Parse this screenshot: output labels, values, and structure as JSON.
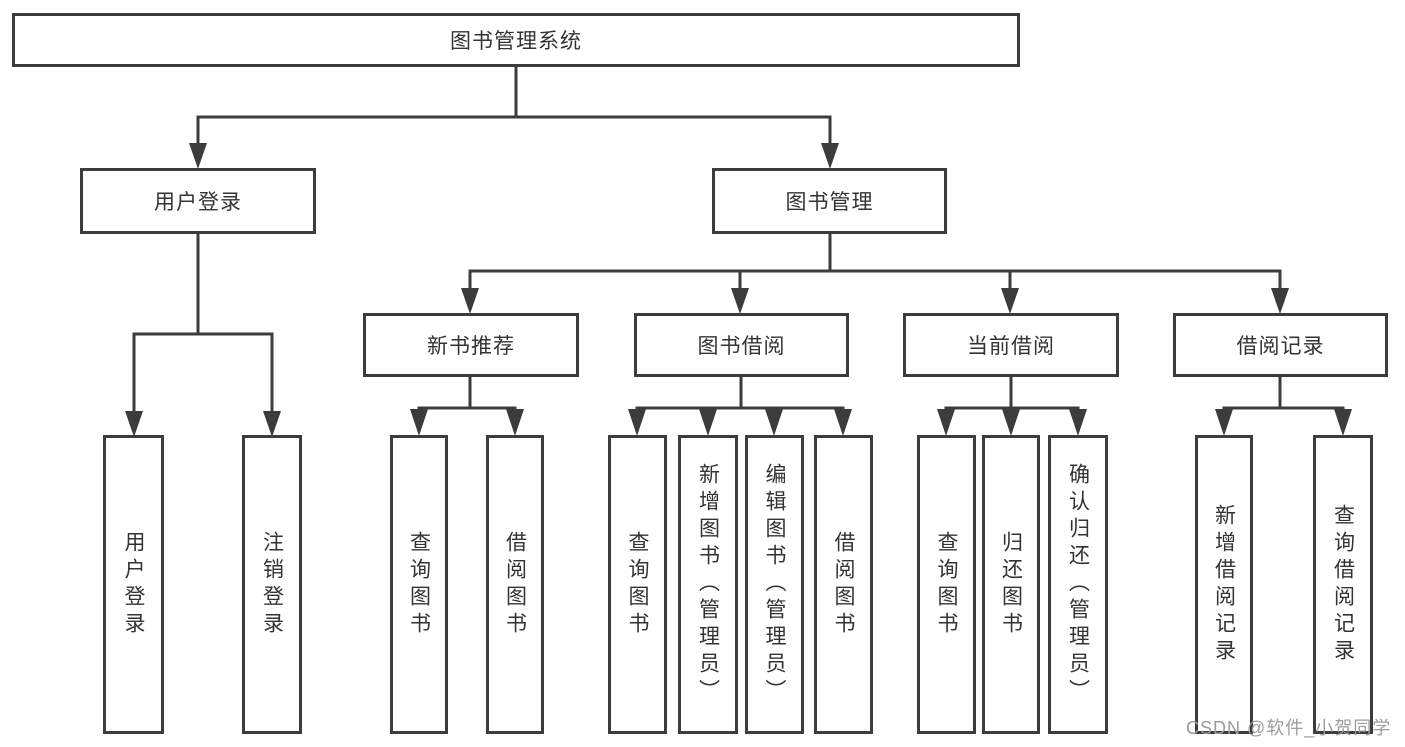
{
  "style": {
    "line_color": "#3c3c3c",
    "text_color": "#333333",
    "box_background": "#ffffff",
    "page_background": "#ffffff"
  },
  "watermark": {
    "text": "CSDN @软件_小贺同学",
    "color": "#9c9c9c"
  },
  "tree": {
    "root": {
      "label": "图书管理系统"
    },
    "branches": [
      {
        "label": "用户登录",
        "leaves": [
          {
            "label": "用户登录"
          },
          {
            "label": "注销登录"
          }
        ]
      },
      {
        "label": "图书管理",
        "groups": [
          {
            "label": "新书推荐",
            "leaves": [
              {
                "label": "查询图书"
              },
              {
                "label": "借阅图书"
              }
            ]
          },
          {
            "label": "图书借阅",
            "leaves": [
              {
                "label": "查询图书"
              },
              {
                "label": "新增图书（管理员）"
              },
              {
                "label": "编辑图书（管理员）"
              },
              {
                "label": "借阅图书"
              }
            ]
          },
          {
            "label": "当前借阅",
            "leaves": [
              {
                "label": "查询图书"
              },
              {
                "label": "归还图书"
              },
              {
                "label": "确认归还（管理员）"
              }
            ]
          },
          {
            "label": "借阅记录",
            "leaves": [
              {
                "label": "新增借阅记录"
              },
              {
                "label": "查询借阅记录"
              }
            ]
          }
        ]
      }
    ]
  }
}
